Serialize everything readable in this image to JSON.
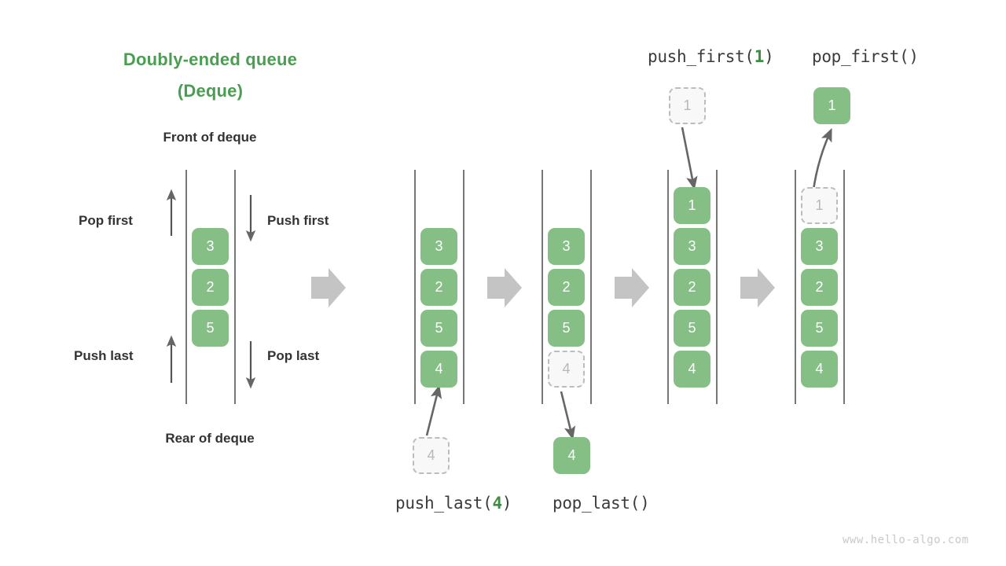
{
  "title": {
    "line1": "Doubly-ended queue",
    "line2": "(Deque)",
    "color": "#4a9e51"
  },
  "labels": {
    "front": "Front of deque",
    "rear": "Rear of deque",
    "pop_first": "Pop first",
    "push_first": "Push first",
    "push_last": "Push last",
    "pop_last": "Pop last"
  },
  "captions": {
    "push_first_name": "push_first(",
    "push_first_arg": "1",
    "push_first_close": ")",
    "pop_first": "pop_first()",
    "push_last_name": "push_last(",
    "push_last_arg": "4",
    "push_last_close": ")",
    "pop_last": "pop_last()"
  },
  "colors": {
    "box_fill": "#86bf86",
    "box_text": "#ffffff",
    "ghost_fill": "#f8f8f8",
    "ghost_border": "#bdbdbd",
    "ghost_text": "#b8b8b8",
    "rail": "#555555",
    "arrow_gray": "#c4c4c4",
    "arrow_dark": "#666666",
    "title_green": "#4a9e51",
    "accent_green": "#3e8e41"
  },
  "panels": [
    {
      "id": "overview",
      "boxes": [
        "3",
        "2",
        "5"
      ],
      "ghosts": []
    },
    {
      "id": "before-push-last",
      "boxes": [
        "3",
        "2",
        "5",
        "4"
      ],
      "ghosts": [],
      "incoming_value": "4"
    },
    {
      "id": "after-push-last",
      "boxes": [
        "3",
        "2",
        "5"
      ],
      "ghost_last": "4",
      "outgoing_value": "4"
    },
    {
      "id": "after-push-first",
      "boxes": [
        "1",
        "3",
        "2",
        "5",
        "4"
      ],
      "ghost_incoming": "1"
    },
    {
      "id": "after-pop-first",
      "ghost_first": "1",
      "boxes": [
        "3",
        "2",
        "5",
        "4"
      ],
      "outgoing_value": "1"
    }
  ],
  "watermark": "www.hello-algo.com"
}
